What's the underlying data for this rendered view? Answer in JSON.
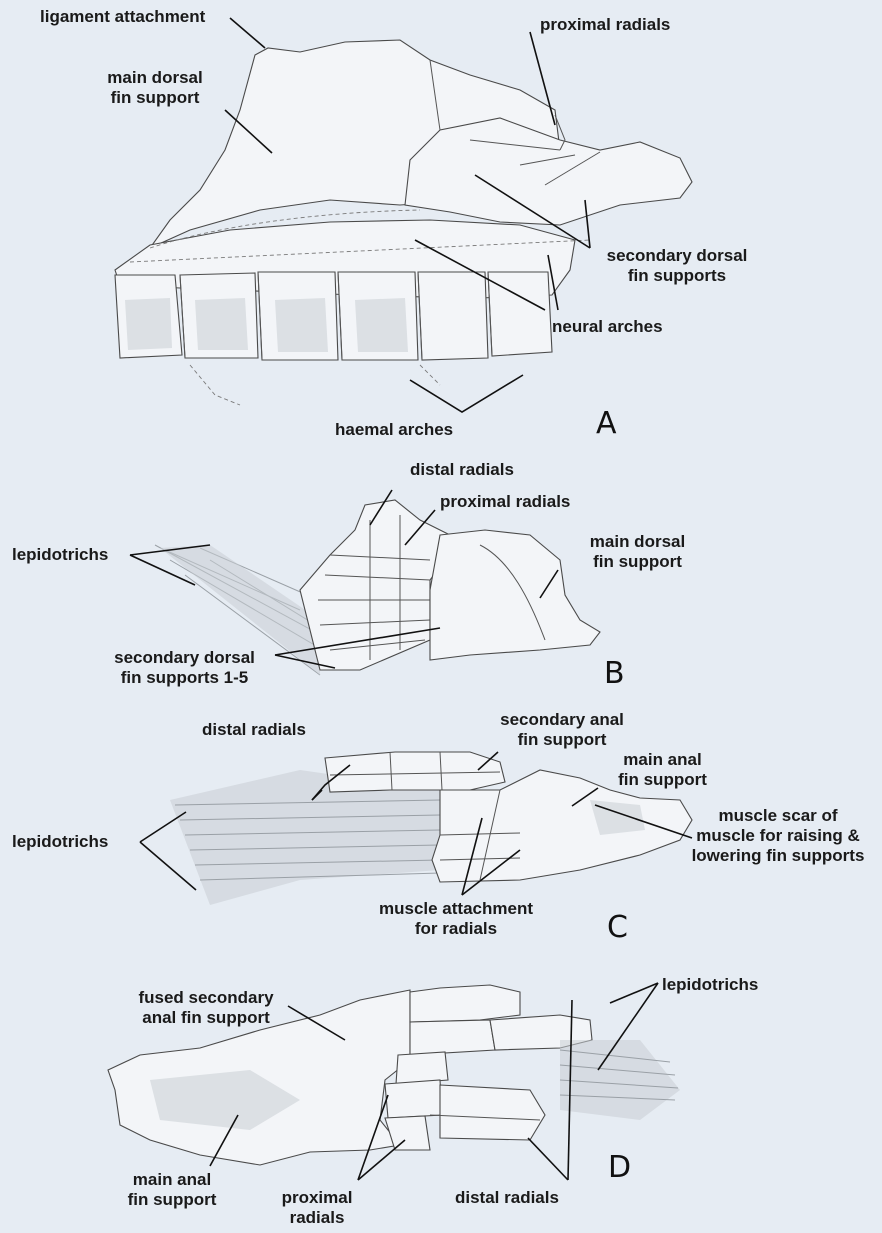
{
  "panels": {
    "A": {
      "letter": "A",
      "labels": {
        "ligament_attachment": "ligament attachment",
        "proximal_radials": "proximal radials",
        "main_dorsal_fin_support": [
          "main dorsal",
          "fin support"
        ],
        "secondary_dorsal_fin_supports": [
          "secondary dorsal",
          "fin supports"
        ],
        "neural_arches": "neural arches",
        "haemal_arches": "haemal arches"
      }
    },
    "B": {
      "letter": "B",
      "labels": {
        "distal_radials": "distal radials",
        "proximal_radials": "proximal radials",
        "lepidotrichs": "lepidotrichs",
        "main_dorsal_fin_support": [
          "main dorsal",
          "fin support"
        ],
        "secondary_dorsal_fin_supports": [
          "secondary dorsal",
          "fin supports 1-5"
        ]
      }
    },
    "C": {
      "letter": "C",
      "labels": {
        "distal_radials": "distal radials",
        "secondary_anal_fin_support": [
          "secondary anal",
          "fin support"
        ],
        "main_anal_fin_support": [
          "main anal",
          "fin support"
        ],
        "lepidotrichs": "lepidotrichs",
        "muscle_scar": [
          "muscle scar of",
          "muscle for raising &",
          "lowering fin supports"
        ],
        "muscle_attachment": [
          "muscle attachment",
          "for radials"
        ]
      }
    },
    "D": {
      "letter": "D",
      "labels": {
        "fused_secondary_anal_fin_support": [
          "fused secondary",
          "anal fin support"
        ],
        "lepidotrichs": "lepidotrichs",
        "main_anal_fin_support": [
          "main anal",
          "fin support"
        ],
        "proximal_radials": [
          "proximal",
          "radials"
        ],
        "distal_radials": "distal radials"
      }
    }
  }
}
